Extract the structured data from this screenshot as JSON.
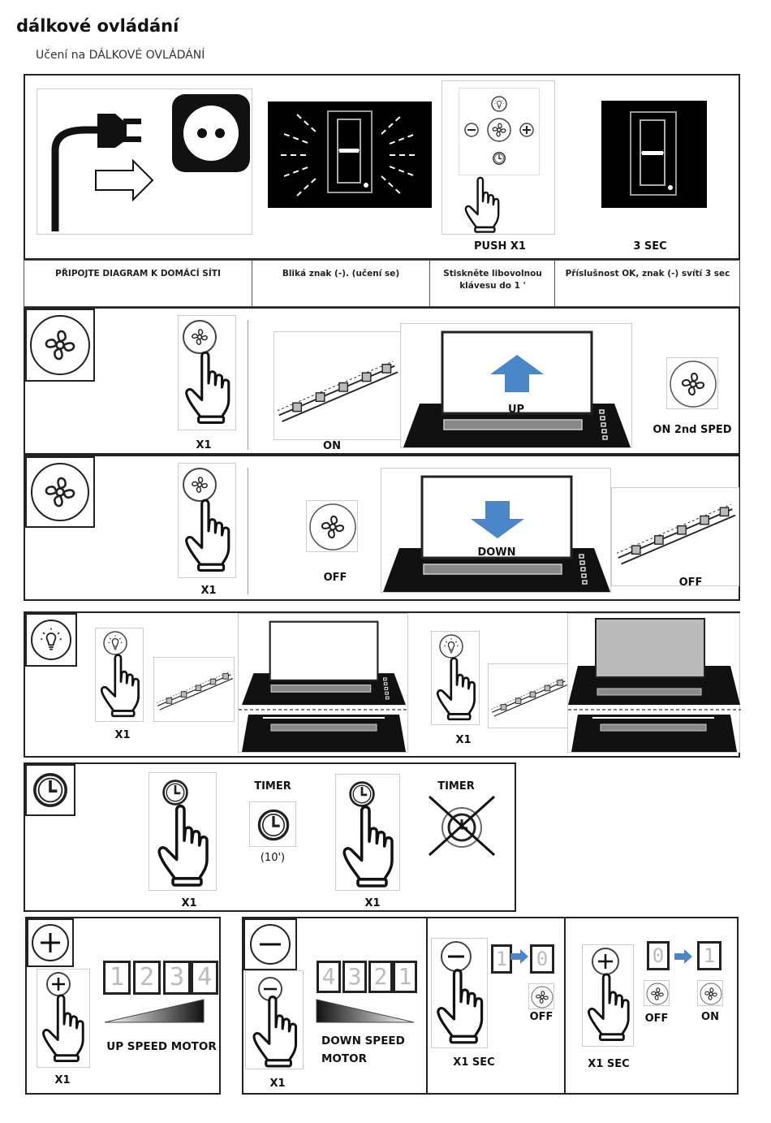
{
  "page": {
    "title": "dálkové ovládání",
    "subtitle": "Učení na DÁLKOVÉ OVLÁDÁNÍ"
  },
  "pairing": {
    "push_label": "PUSH X1",
    "seconds_label": "3 SEC",
    "captions": [
      "PŘIPOJTE DIAGRAM K DOMÁCÍ SÍTI",
      "Bliká znak (-). (učení se)",
      "Stiskněte libovolnou klávesu do 1 '",
      "Příslušnost OK, znak (-) svítí 3 sec"
    ]
  },
  "fan_up": {
    "press": "X1",
    "led_state": "ON",
    "direction": "UP",
    "result": "ON 2nd SPED"
  },
  "fan_down": {
    "press": "X1",
    "fan_state": "OFF",
    "direction": "DOWN",
    "led_state": "OFF"
  },
  "light": {
    "press_left": "X1",
    "press_right": "X1"
  },
  "timer": {
    "press_left": "X1",
    "press_right": "X1",
    "timer_label_1": "TIMER",
    "timer_value": "(10')",
    "timer_label_2": "TIMER"
  },
  "speed": {
    "up_press": "X1",
    "up_label": "UP SPEED MOTOR",
    "up_digits": [
      "1",
      "2",
      "3",
      "4"
    ],
    "down_press": "X1",
    "down_label_1": "DOWN SPEED",
    "down_label_2": "MOTOR",
    "down_digits": [
      "4",
      "3",
      "2",
      "1"
    ],
    "minus_press": "X1 SEC",
    "minus_from": "1",
    "minus_to": "0",
    "minus_state": "OFF",
    "plus_press": "X1 SEC",
    "plus_from": "0",
    "plus_to": "1",
    "plus_state_left": "OFF",
    "plus_state_right": "ON"
  },
  "colors": {
    "arrow_blue": "#4a86c8",
    "black": "#111111"
  }
}
